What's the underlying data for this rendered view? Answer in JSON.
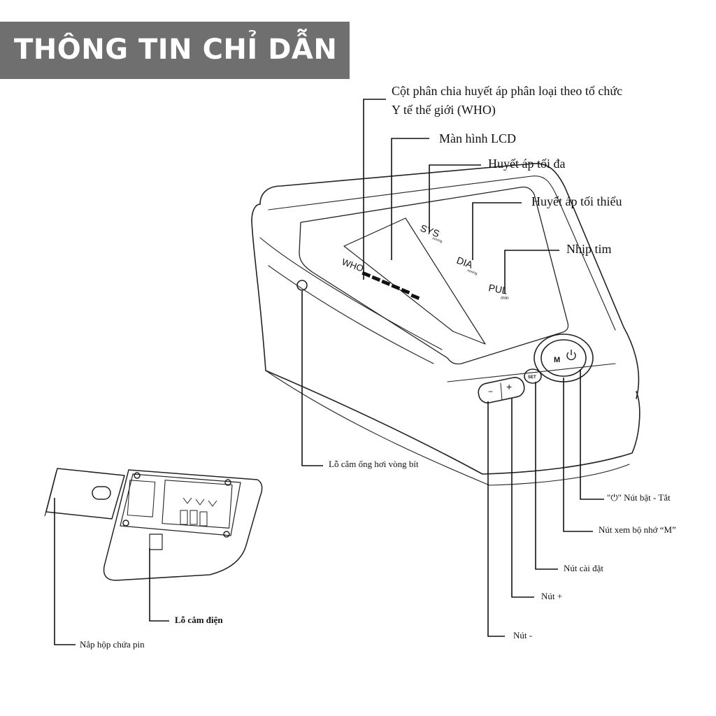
{
  "header": {
    "title": "THÔNG TIN CHỈ DẪN"
  },
  "lcd": {
    "who": "WHO",
    "sys": "SYS",
    "sys_unit": "mmHg",
    "dia": "DIA",
    "dia_unit": "mmHg",
    "pul": "PUL",
    "pul_unit": "/min"
  },
  "buttons": {
    "memory": "M",
    "set": "SET",
    "minus": "−",
    "plus": "+"
  },
  "labels": {
    "who_bar_line1": "Cột phân chia huyết áp phân loại theo tổ chức",
    "who_bar_line2": "Y tế thế giới (WHO)",
    "lcd_screen": "Màn hình LCD",
    "systolic": "Huyết áp tối đa",
    "diastolic": "Huyết áp tối thiểu",
    "pulse": "Nhịp tim",
    "cuff_socket": "Lỗ cắm ống hơi vòng bít",
    "power_prefix": "\"",
    "power_icon": "⏻",
    "power_suffix": "\" Nút bật - Tắt",
    "memory_button": "Nút xem bộ nhớ “M”",
    "set_button": "Nút cài đặt",
    "plus_button": "Nút +",
    "minus_button": "Nút -",
    "power_socket": "Lỗ cắm điện",
    "battery_cover": "Nắp hộp chứa pin"
  }
}
